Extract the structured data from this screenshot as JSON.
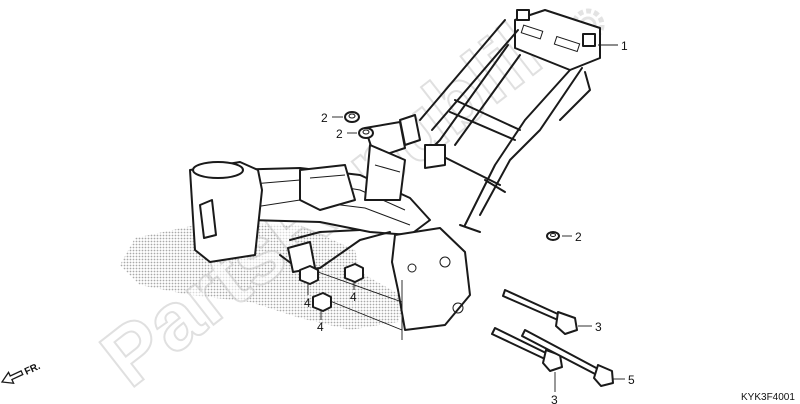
{
  "diagram_code": "KYK3F4001",
  "direction_label": "FR.",
  "watermark_text": "PartsRepublik",
  "callouts": [
    {
      "id": "c1",
      "label": "1"
    },
    {
      "id": "c2a",
      "label": "2"
    },
    {
      "id": "c2b",
      "label": "2"
    },
    {
      "id": "c2c",
      "label": "2"
    },
    {
      "id": "c3a",
      "label": "3"
    },
    {
      "id": "c3b",
      "label": "3"
    },
    {
      "id": "c4a",
      "label": "4"
    },
    {
      "id": "c4b",
      "label": "4"
    },
    {
      "id": "c4c",
      "label": "4"
    },
    {
      "id": "c5",
      "label": "5"
    }
  ],
  "colors": {
    "line": "#1a1a1a",
    "shadow": "#b9b9b9",
    "watermark": "#c8c8c8"
  },
  "icons": {
    "direction": "arrow-left-icon",
    "watermark_logo": "gear-icon"
  }
}
